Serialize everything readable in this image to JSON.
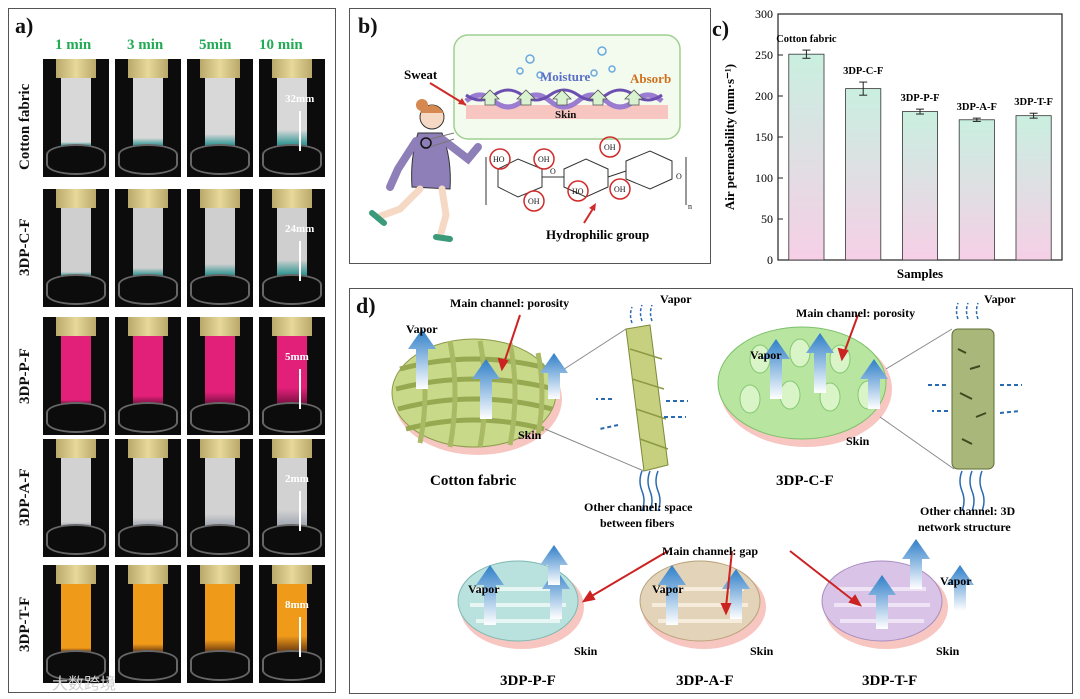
{
  "panel_a": {
    "label": "a)",
    "times": [
      "1 min",
      "3 min",
      "5min",
      "10 min"
    ],
    "rows": [
      {
        "name": "Cotton fabric",
        "measure": "32mm",
        "color": "#d8d8d8",
        "wick": "#1f8f8c"
      },
      {
        "name": "3DP-C-F",
        "measure": "24mm",
        "color": "#cfcfcf",
        "wick": "#1f8f8c"
      },
      {
        "name": "3DP-P-F",
        "measure": "5mm",
        "color": "#e2207a",
        "wick": "#7a1040"
      },
      {
        "name": "3DP-A-F",
        "measure": "2mm",
        "color": "#d2d2d2",
        "wick": "#9fa5b0"
      },
      {
        "name": "3DP-T-F",
        "measure": "8mm",
        "color": "#f09a1a",
        "wick": "#6b3a10"
      }
    ]
  },
  "panel_b": {
    "label": "b)",
    "sweat": "Sweat",
    "moisture": "Moisture",
    "absorb": "Absorb",
    "skin": "Skin",
    "hydrophilic": "Hydrophilic group",
    "oh": "OH",
    "ho": "HO",
    "o": "O",
    "n": "n"
  },
  "panel_c": {
    "label": "c)"
  },
  "chart_data": {
    "type": "bar",
    "categories": [
      "Cotton fabric",
      "3DP-C-F",
      "3DP-P-F",
      "3DP-A-F",
      "3DP-T-F"
    ],
    "values": [
      251,
      209,
      181,
      171,
      176
    ],
    "errors": [
      5,
      8,
      3,
      2,
      3
    ],
    "xlabel": "Samples",
    "ylabel": "Air permeability (mm·s⁻¹)",
    "ylim": [
      0,
      300
    ],
    "yticks": [
      0,
      50,
      100,
      150,
      200,
      250,
      300
    ],
    "grid": false
  },
  "panel_d": {
    "label": "d)",
    "vapor": "Vapor",
    "skin": "Skin",
    "main_porosity": "Main channel: porosity",
    "main_gap": "Main channel: gap",
    "cotton": "Cotton fabric",
    "c_f": "3DP-C-F",
    "p_f": "3DP-P-F",
    "a_f": "3DP-A-F",
    "t_f": "3DP-T-F",
    "other_space_1": "Other channel: space",
    "other_space_2": "between fibers",
    "other_net_1": "Other channel: 3D",
    "other_net_2": "network structure"
  },
  "watermark": "大数跨境"
}
